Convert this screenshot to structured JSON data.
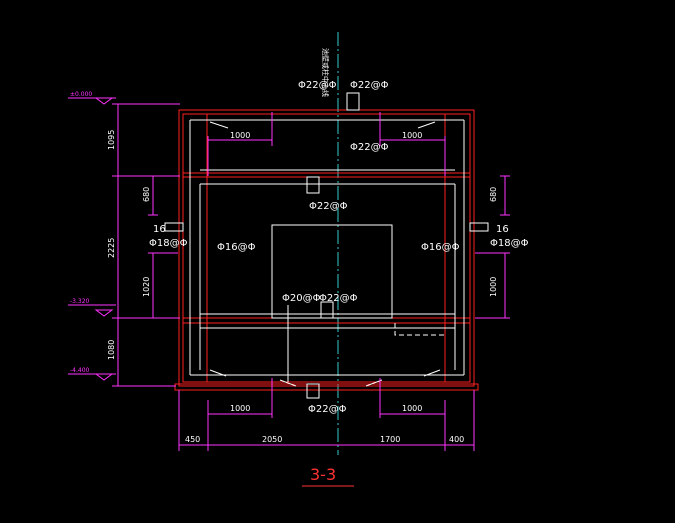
{
  "colors": {
    "background": "#000000",
    "wall": "#ff2020",
    "wall_dark": "#c01010",
    "dimension": "#ff33ff",
    "annotation": "#ffffff",
    "rebar_detail": "#ffffff",
    "axis": "#33cccc"
  },
  "section_title": "3-3",
  "axis_label": "池壁或柱中心线",
  "levels": {
    "top": "±0.000",
    "middle": "-3.320",
    "bottom": "-4.400"
  },
  "left_dims": {
    "outer_top": "1095",
    "outer_middle": "2225",
    "outer_bottom": "1080",
    "inner_top": "680",
    "inner_middle": "1020"
  },
  "right_dims": {
    "upper": "680",
    "lower": "1000"
  },
  "bottom_dims": {
    "seg1": "450",
    "seg2": "2050",
    "seg3": "1700",
    "seg4": "400"
  },
  "anchor_dims": {
    "top_left": "1000",
    "top_right": "1000",
    "bottom_left": "1000",
    "bottom_right": "1000"
  },
  "rebar_labels": {
    "top_left": "Φ22@Φ",
    "top_right": "Φ22@Φ",
    "beam_upper": "Φ22@Φ",
    "beam_center": "Φ22@Φ",
    "left_wall": "Φ16@Φ",
    "left_outer": "Φ18@Φ",
    "right_wall": "Φ16@Φ",
    "right_outer": "Φ18@Φ",
    "left_16": "16",
    "right_16": "16",
    "inner_left": "Φ20@Φ",
    "inner_right": "Φ22@Φ",
    "bottom": "Φ22@Φ"
  }
}
